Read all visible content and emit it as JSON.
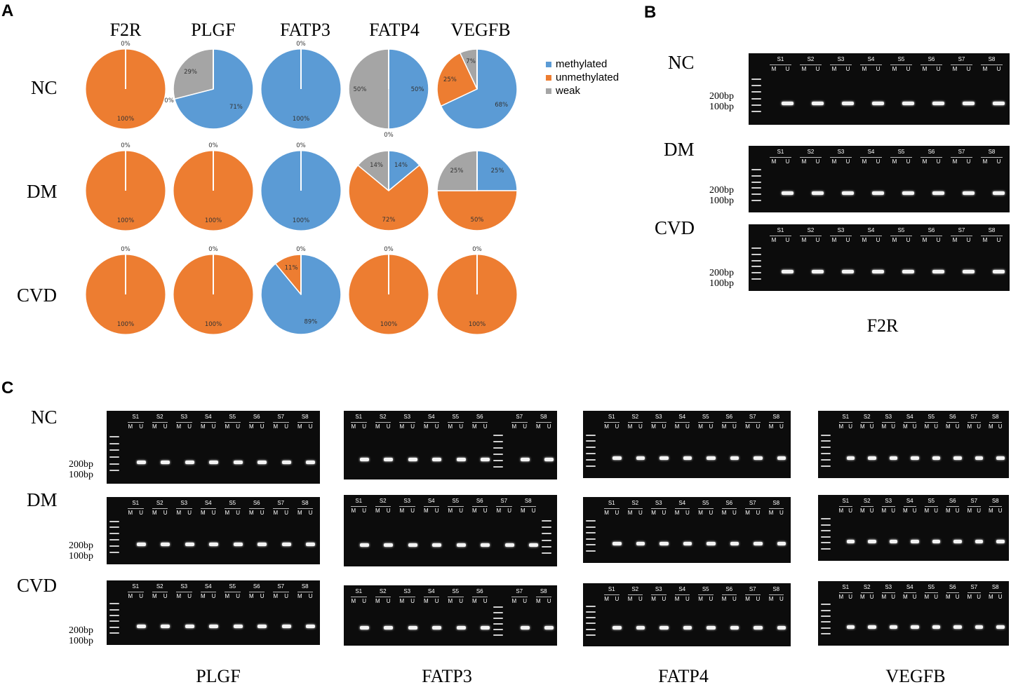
{
  "panels": {
    "a": "A",
    "b": "B",
    "c": "C"
  },
  "colors": {
    "methylated": "#5b9bd5",
    "unmethylated": "#ed7d31",
    "weak": "#a5a5a5"
  },
  "legend": [
    {
      "key": "methylated",
      "label": "methylated"
    },
    {
      "key": "unmethylated",
      "label": "unmethylated"
    },
    {
      "key": "weak",
      "label": "weak"
    }
  ],
  "genes": [
    "F2R",
    "PLGF",
    "FATP3",
    "FATP4",
    "VEGFB"
  ],
  "groups": [
    "NC",
    "DM",
    "CVD"
  ],
  "chart_data": {
    "type": "pie",
    "title": "",
    "grid": [
      [
        {
          "gene": "F2R",
          "group": "NC",
          "values": {
            "methylated": 0,
            "unmethylated": 100,
            "weak": 0
          },
          "labels": {
            "methylated": "0%",
            "unmethylated": "100%"
          }
        },
        {
          "gene": "PLGF",
          "group": "NC",
          "values": {
            "methylated": 71,
            "unmethylated": 0,
            "weak": 29
          },
          "labels": {
            "methylated": "71%",
            "unmethylated": "0%",
            "weak": "29%"
          }
        },
        {
          "gene": "FATP3",
          "group": "NC",
          "values": {
            "methylated": 100,
            "unmethylated": 0,
            "weak": 0
          },
          "labels": {
            "methylated": "100%",
            "unmethylated": "0%"
          }
        },
        {
          "gene": "FATP4",
          "group": "NC",
          "values": {
            "methylated": 50,
            "unmethylated": 0,
            "weak": 50
          },
          "labels": {
            "methylated": "50%",
            "weak": "50%",
            "unmethylated": "0%"
          }
        },
        {
          "gene": "VEGFB",
          "group": "NC",
          "values": {
            "methylated": 68,
            "unmethylated": 25,
            "weak": 7
          },
          "labels": {
            "methylated": "68%",
            "unmethylated": "25%",
            "weak": "7%"
          }
        }
      ],
      [
        {
          "gene": "F2R",
          "group": "DM",
          "values": {
            "methylated": 0,
            "unmethylated": 100,
            "weak": 0
          },
          "labels": {
            "methylated": "0%",
            "unmethylated": "100%"
          }
        },
        {
          "gene": "PLGF",
          "group": "DM",
          "values": {
            "methylated": 0,
            "unmethylated": 100,
            "weak": 0
          },
          "labels": {
            "methylated": "0%",
            "unmethylated": "100%"
          }
        },
        {
          "gene": "FATP3",
          "group": "DM",
          "values": {
            "methylated": 100,
            "unmethylated": 0,
            "weak": 0
          },
          "labels": {
            "methylated": "100%",
            "unmethylated": "0%"
          }
        },
        {
          "gene": "FATP4",
          "group": "DM",
          "values": {
            "methylated": 14,
            "unmethylated": 72,
            "weak": 14
          },
          "labels": {
            "methylated": "14%",
            "unmethylated": "72%",
            "weak": "14%"
          }
        },
        {
          "gene": "VEGFB",
          "group": "DM",
          "values": {
            "methylated": 25,
            "unmethylated": 50,
            "weak": 25
          },
          "labels": {
            "methylated": "25%",
            "unmethylated": "50%",
            "weak": "25%"
          }
        }
      ],
      [
        {
          "gene": "F2R",
          "group": "CVD",
          "values": {
            "methylated": 0,
            "unmethylated": 100,
            "weak": 0
          },
          "labels": {
            "methylated": "0%",
            "unmethylated": "100%"
          }
        },
        {
          "gene": "PLGF",
          "group": "CVD",
          "values": {
            "methylated": 0,
            "unmethylated": 100,
            "weak": 0
          },
          "labels": {
            "methylated": "0%",
            "unmethylated": "100%"
          }
        },
        {
          "gene": "FATP3",
          "group": "CVD",
          "values": {
            "methylated": 89,
            "unmethylated": 11,
            "weak": 0
          },
          "labels": {
            "methylated": "89%",
            "unmethylated": "11%",
            "weak": "0%"
          }
        },
        {
          "gene": "FATP4",
          "group": "CVD",
          "values": {
            "methylated": 0,
            "unmethylated": 100,
            "weak": 0
          },
          "labels": {
            "methylated": "0%",
            "unmethylated": "100%"
          }
        },
        {
          "gene": "VEGFB",
          "group": "CVD",
          "values": {
            "methylated": 0,
            "unmethylated": 100,
            "weak": 0
          },
          "labels": {
            "methylated": "0%",
            "unmethylated": "100%"
          }
        }
      ]
    ]
  },
  "gel": {
    "markers": {
      "high": "200bp",
      "low": "100bp"
    },
    "samples": [
      "S1",
      "S2",
      "S3",
      "S4",
      "S5",
      "S6",
      "S7",
      "S8"
    ],
    "lanes": [
      "M",
      "U"
    ],
    "b_title": "F2R",
    "c_titles": [
      "PLGF",
      "FATP3",
      "FATP4",
      "VEGFB"
    ]
  }
}
